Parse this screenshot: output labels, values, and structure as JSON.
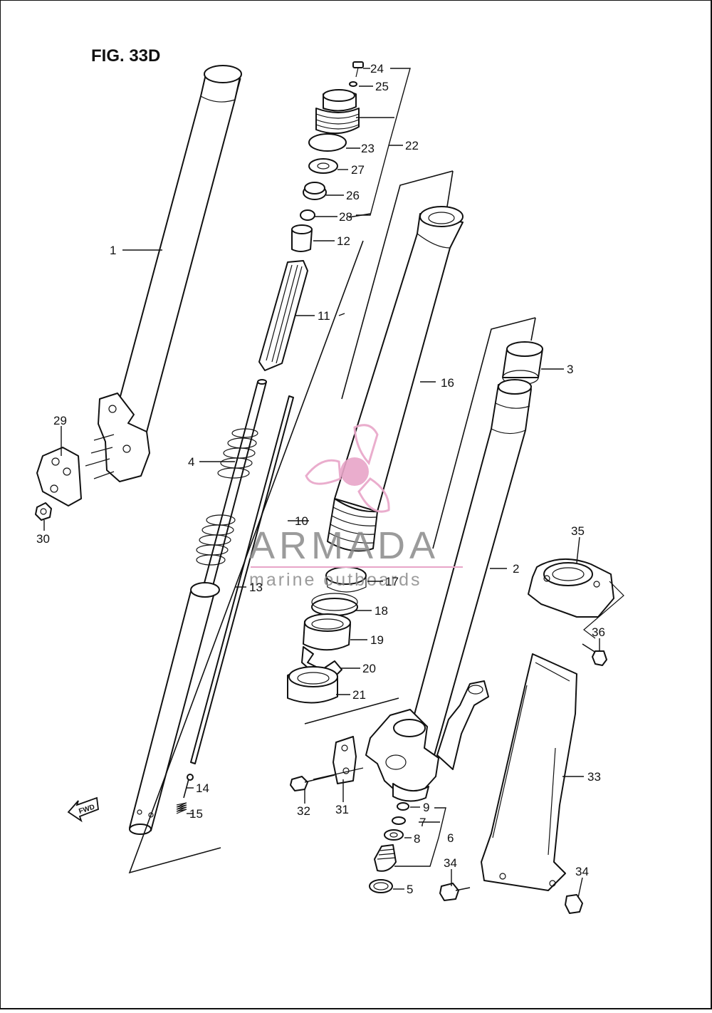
{
  "figure": {
    "title": "FIG. 33D"
  },
  "watermark": {
    "brand": "ARMADA",
    "tagline": "marine outboards",
    "accent_color": "#e8a5c8",
    "brand_color": "#8a8a8a"
  },
  "fwd_arrow": {
    "label": "FWD"
  },
  "callouts": [
    {
      "id": "1",
      "label": "1"
    },
    {
      "id": "2",
      "label": "2"
    },
    {
      "id": "3",
      "label": "3"
    },
    {
      "id": "4",
      "label": "4"
    },
    {
      "id": "5",
      "label": "5"
    },
    {
      "id": "6",
      "label": "6"
    },
    {
      "id": "7",
      "label": "7"
    },
    {
      "id": "8",
      "label": "8"
    },
    {
      "id": "9",
      "label": "9"
    },
    {
      "id": "10",
      "label": "10"
    },
    {
      "id": "11",
      "label": "11"
    },
    {
      "id": "12",
      "label": "12"
    },
    {
      "id": "13",
      "label": "13"
    },
    {
      "id": "14",
      "label": "14"
    },
    {
      "id": "15",
      "label": "15"
    },
    {
      "id": "16",
      "label": "16"
    },
    {
      "id": "17",
      "label": "17"
    },
    {
      "id": "18",
      "label": "18"
    },
    {
      "id": "19",
      "label": "19"
    },
    {
      "id": "20",
      "label": "20"
    },
    {
      "id": "21",
      "label": "21"
    },
    {
      "id": "22",
      "label": "22"
    },
    {
      "id": "23",
      "label": "23"
    },
    {
      "id": "24",
      "label": "24"
    },
    {
      "id": "25",
      "label": "25"
    },
    {
      "id": "26",
      "label": "26"
    },
    {
      "id": "27",
      "label": "27"
    },
    {
      "id": "28",
      "label": "28"
    },
    {
      "id": "29",
      "label": "29"
    },
    {
      "id": "30",
      "label": "30"
    },
    {
      "id": "31",
      "label": "31"
    },
    {
      "id": "32",
      "label": "32"
    },
    {
      "id": "33",
      "label": "33"
    },
    {
      "id": "34a",
      "label": "34"
    },
    {
      "id": "34b",
      "label": "34"
    },
    {
      "id": "35",
      "label": "35"
    },
    {
      "id": "36",
      "label": "36"
    }
  ]
}
